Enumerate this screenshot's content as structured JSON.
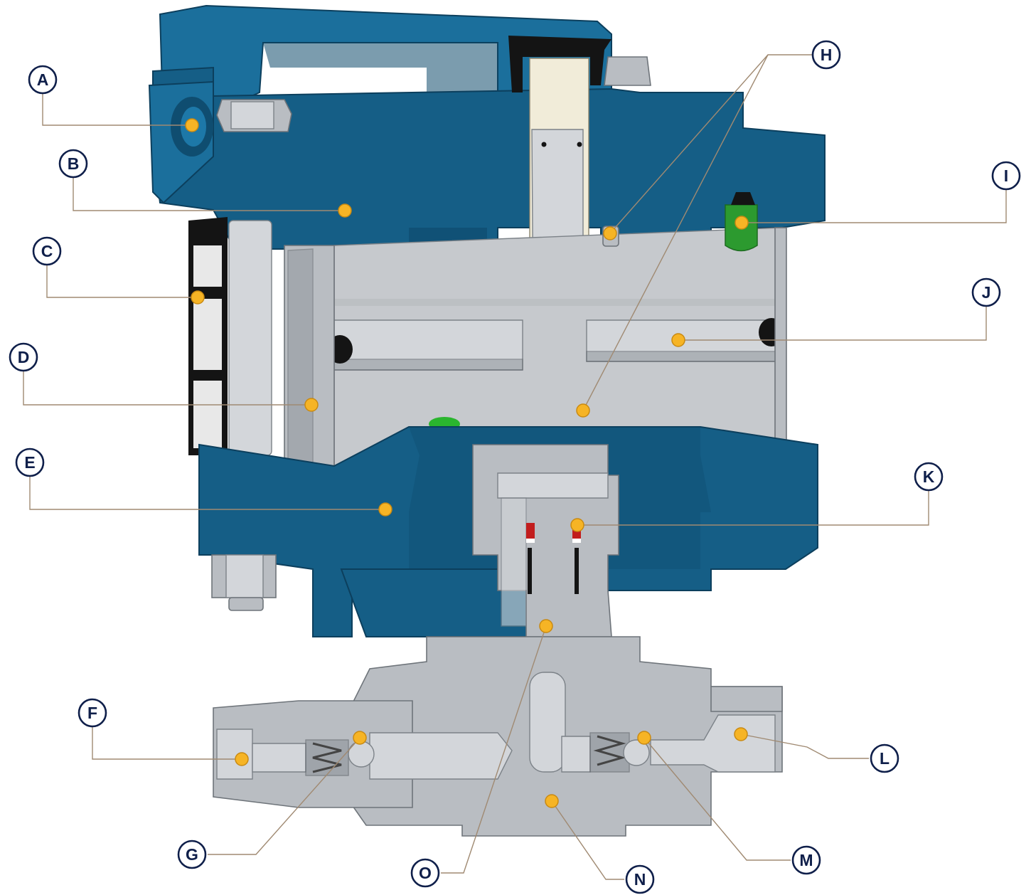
{
  "callouts": [
    {
      "id": "A",
      "label": "A"
    },
    {
      "id": "B",
      "label": "B"
    },
    {
      "id": "C",
      "label": "C"
    },
    {
      "id": "D",
      "label": "D"
    },
    {
      "id": "E",
      "label": "E"
    },
    {
      "id": "F",
      "label": "F"
    },
    {
      "id": "G",
      "label": "G"
    },
    {
      "id": "H",
      "label": "H"
    },
    {
      "id": "I",
      "label": "I"
    },
    {
      "id": "J",
      "label": "J"
    },
    {
      "id": "K",
      "label": "K"
    },
    {
      "id": "L",
      "label": "L"
    },
    {
      "id": "M",
      "label": "M"
    },
    {
      "id": "N",
      "label": "N"
    },
    {
      "id": "O",
      "label": "O"
    }
  ],
  "colors": {
    "actuator_body": "#155e86",
    "steel": "#b9bdc2",
    "marker": "#f6b425",
    "callout_text": "#0f1f4a",
    "leader": "#a08a72",
    "indicator": "#2c9a2f",
    "seal": "#141414"
  }
}
